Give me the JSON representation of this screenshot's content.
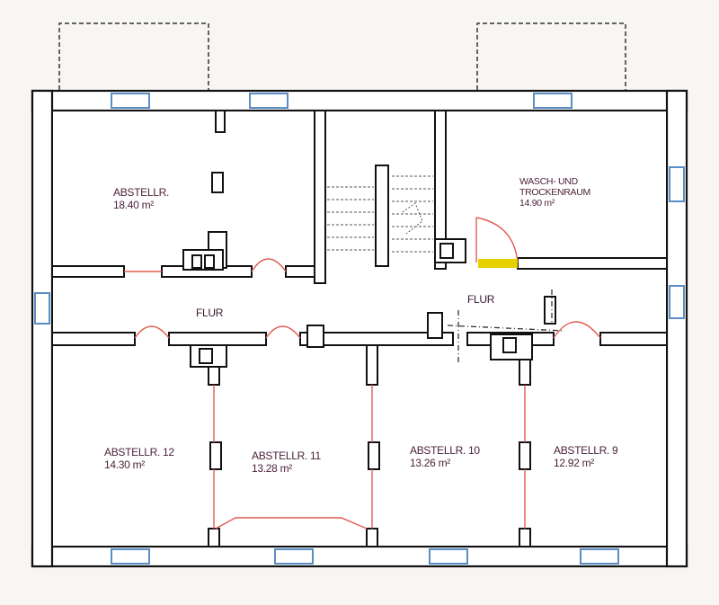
{
  "rooms": {
    "storage_top_left": {
      "name": "ABSTELLR.",
      "area": "18.40 m²"
    },
    "laundry": {
      "name_line1": "WASCH- UND",
      "name_line2": "TROCKENRAUM",
      "area": "14.90 m²"
    },
    "storage_12": {
      "name": "ABSTELLR. 12",
      "area": "14.30 m²"
    },
    "storage_11": {
      "name": "ABSTELLR. 11",
      "area": "13.28 m²"
    },
    "storage_10": {
      "name": "ABSTELLR. 10",
      "area": "13.26 m²"
    },
    "storage_9": {
      "name": "ABSTELLR. 9",
      "area": "12.92 m²"
    }
  },
  "corridors": {
    "left": "FLUR",
    "right": "FLUR"
  },
  "colors": {
    "wall": "#111111",
    "wall_fill": "#ffffff",
    "window": "#5a8ec4",
    "door": "#e05d52",
    "door_highlight": "#e7d000",
    "hatch": "#555555",
    "label": "#4a1f38"
  }
}
